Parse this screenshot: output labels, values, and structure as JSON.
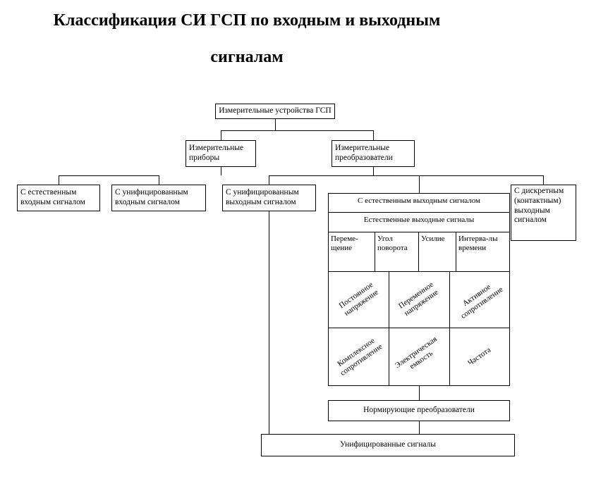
{
  "title": {
    "line1": "Классификация СИ ГСП по входным и выходным",
    "line2": "сигналам"
  },
  "nodes": {
    "root": "Измерительные устройства ГСП",
    "instruments": "Измерительные приборы",
    "transducers": "Измерительные преобразователи",
    "natural_input": "С естественным входным сигналом",
    "unified_input": "С унифицированным входным сигналом",
    "unified_output": "С унифицированным выходным сигналом",
    "discrete_output": "С дискретным (контактным) выходным сигналом",
    "natural_output": "С естественным выходным сигналом",
    "natural_output_signals": "Естественные выходные сигналы",
    "normalizing": "Нормирующие преобразователи",
    "unified_signals": "Унифицированные сигналы"
  },
  "table": {
    "row1": [
      "Переме-щение",
      "Угол поворота",
      "Усилие",
      "Интерва-лы времени"
    ],
    "row2": [
      "Постоянное напряжение",
      "Переменное напряжение",
      "Активное сопротивление"
    ],
    "row3": [
      "Комплексное сопротивление",
      "Электрическая емкость",
      "Частота"
    ]
  },
  "colors": {
    "line": "#000000",
    "background": "#ffffff",
    "text": "#000000"
  }
}
